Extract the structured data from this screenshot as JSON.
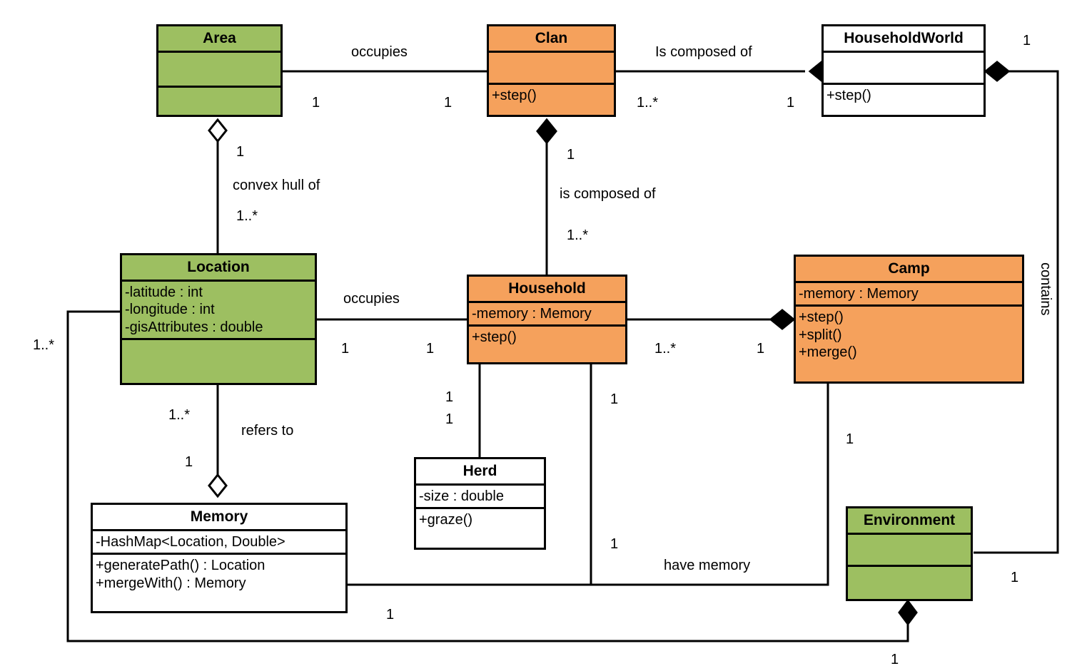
{
  "diagram": {
    "title": "UML class diagram",
    "colors": {
      "green": "#9dbf61",
      "orange": "#f5a15c",
      "white": "#ffffff",
      "line": "#000000"
    }
  },
  "classes": {
    "area": {
      "name": "Area",
      "attributes": [],
      "methods": []
    },
    "clan": {
      "name": "Clan",
      "attributes": [],
      "methods": [
        "+step()"
      ]
    },
    "householdworld": {
      "name": "HouseholdWorld",
      "attributes": [],
      "methods": [
        "+step()"
      ]
    },
    "location": {
      "name": "Location",
      "attributes": [
        "-latitude : int",
        "-longitude : int",
        "-gisAttributes : double"
      ],
      "methods": []
    },
    "household": {
      "name": "Household",
      "attributes": [
        "-memory : Memory"
      ],
      "methods": [
        "+step()"
      ]
    },
    "camp": {
      "name": "Camp",
      "attributes": [
        "-memory : Memory"
      ],
      "methods": [
        "+step()",
        "+split()",
        "+merge()"
      ]
    },
    "herd": {
      "name": "Herd",
      "attributes": [
        "-size : double"
      ],
      "methods": [
        "+graze()"
      ]
    },
    "memory": {
      "name": "Memory",
      "attributes": [
        "-HashMap<Location, Double>"
      ],
      "methods": [
        "+generatePath() : Location",
        "+mergeWith() : Memory"
      ]
    },
    "environment": {
      "name": "Environment",
      "attributes": [],
      "methods": []
    }
  },
  "relationships": [
    {
      "id": "area-clan",
      "label": "occupies",
      "source_mult": "1",
      "target_mult": "1"
    },
    {
      "id": "clan-householdworld",
      "label": "Is composed of",
      "source_mult": "1..*",
      "target_mult": "1"
    },
    {
      "id": "area-location",
      "label": "convex hull of",
      "source_mult": "1",
      "target_mult": "1..*"
    },
    {
      "id": "clan-household",
      "label": "is composed of",
      "source_mult": "1",
      "target_mult": "1..*"
    },
    {
      "id": "location-household",
      "label": "occupies",
      "source_mult": "1",
      "target_mult": "1"
    },
    {
      "id": "household-camp",
      "label": "",
      "source_mult": "1..*",
      "target_mult": "1"
    },
    {
      "id": "location-memory",
      "label": "refers to",
      "source_mult": "1..*",
      "target_mult": "1"
    },
    {
      "id": "household-herd",
      "label": "",
      "source_mult": "1",
      "target_mult": "1"
    },
    {
      "id": "household-memory",
      "label": "have memory",
      "source_mult": "1",
      "target_mult": "1"
    },
    {
      "id": "camp-memory",
      "label": "",
      "source_mult": "1",
      "target_mult": "1"
    },
    {
      "id": "householdworld-env",
      "label": "contains",
      "source_mult": "1",
      "target_mult": "1"
    },
    {
      "id": "env-location",
      "label": "",
      "source_mult": "1..*",
      "target_mult": "1"
    }
  ],
  "labels": {
    "occupies_top": "occupies",
    "is_composed_of_top": "Is composed of",
    "convex_hull_of": "convex hull of",
    "is_composed_of_mid": "is composed of",
    "occupies_mid": "occupies",
    "refers_to": "refers to",
    "have_memory": "have memory",
    "contains": "contains"
  },
  "multiplicities": {
    "area_right": "1",
    "clan_left": "1",
    "clan_right": "1..*",
    "hw_left": "1",
    "hw_right": "1",
    "area_bottom": "1",
    "location_top": "1..*",
    "clan_bottom": "1",
    "household_top": "1..*",
    "location_right": "1",
    "household_left": "1",
    "household_right": "1..*",
    "camp_left": "1",
    "location_bottom": "1..*",
    "memory_top": "1",
    "household_herd_a": "1",
    "household_herd_b": "1",
    "household_mem_top": "1",
    "household_mem_bottom": "1",
    "camp_bottom": "1",
    "memory_bottom": "1",
    "env_right": "1",
    "env_bottom": "1",
    "location_far_left": "1..*"
  }
}
